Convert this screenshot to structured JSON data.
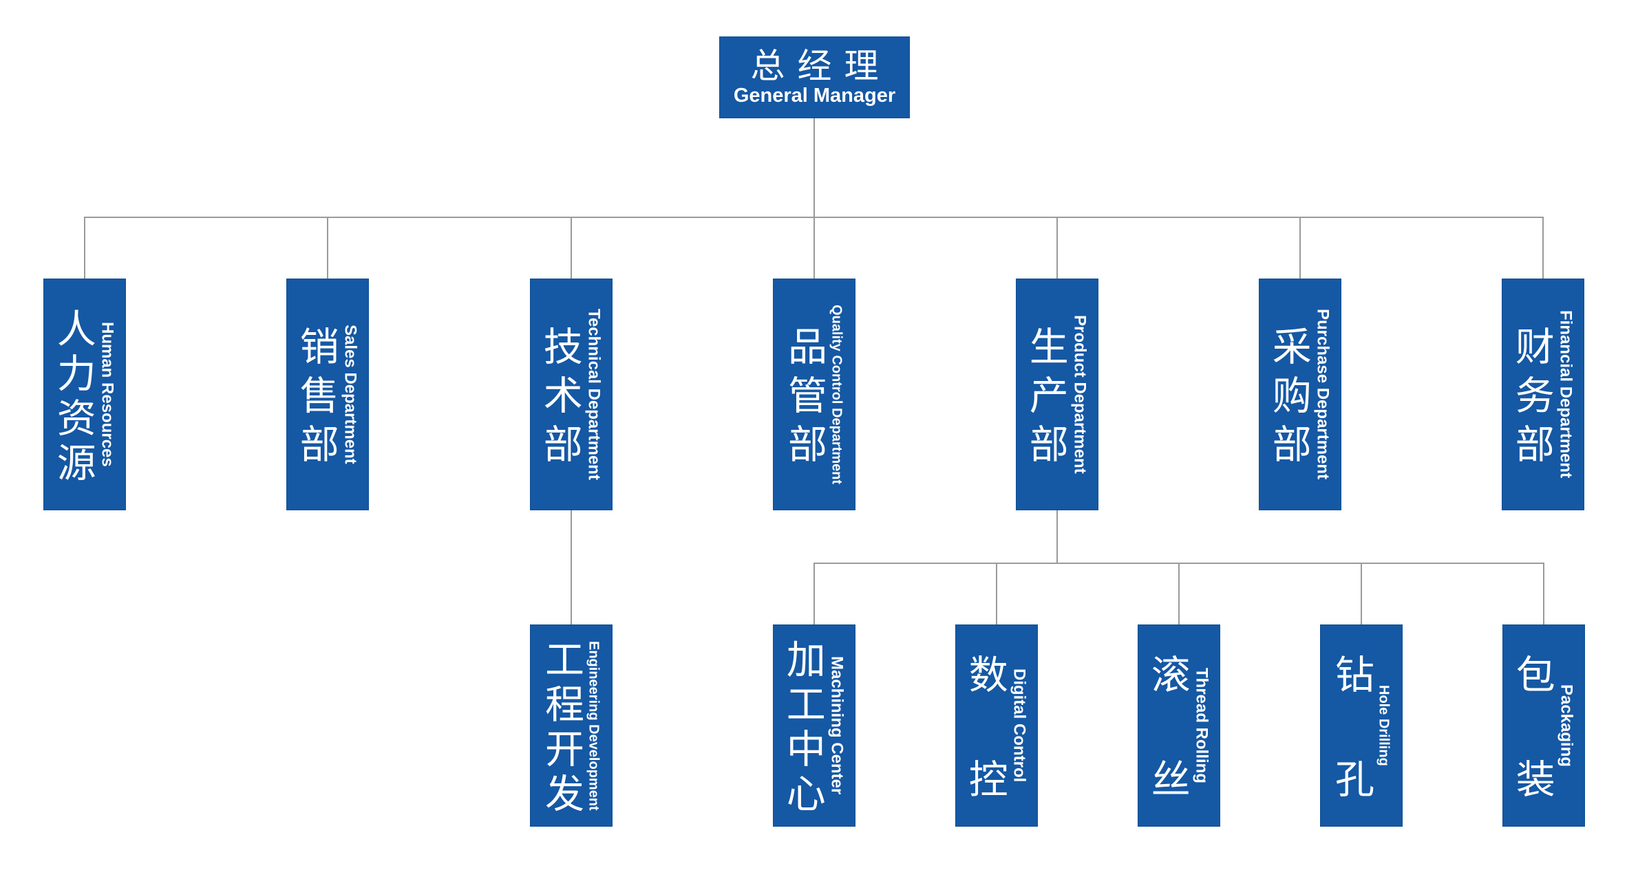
{
  "org": {
    "root": {
      "zh": "总经理",
      "en": "General Manager"
    },
    "level2": [
      {
        "zh": "人力资源",
        "en": "Human Resources"
      },
      {
        "zh": "销售部",
        "en": "Sales Department"
      },
      {
        "zh": "技术部",
        "en": "Technical Department"
      },
      {
        "zh": "品管部",
        "en": "Quality Control Department"
      },
      {
        "zh": "生产部",
        "en": "Product Department"
      },
      {
        "zh": "采购部",
        "en": "Purchase Department"
      },
      {
        "zh": "财务部",
        "en": "Financial Department"
      }
    ],
    "technical_children": [
      {
        "zh": "工程开发",
        "en": "Engineering Development"
      }
    ],
    "product_children": [
      {
        "zh": "加工中心",
        "en": "Machining Center"
      },
      {
        "zh": "数控",
        "en": "Digital Control"
      },
      {
        "zh": "滚丝",
        "en": "Thread Rolling"
      },
      {
        "zh": "钻孔",
        "en": "Hole Drilling"
      },
      {
        "zh": "包装",
        "en": "Packaging"
      }
    ]
  },
  "colors": {
    "box_fill": "#1558a4",
    "box_text": "#ffffff",
    "connector": "#9a9a9a",
    "background": "#ffffff"
  }
}
